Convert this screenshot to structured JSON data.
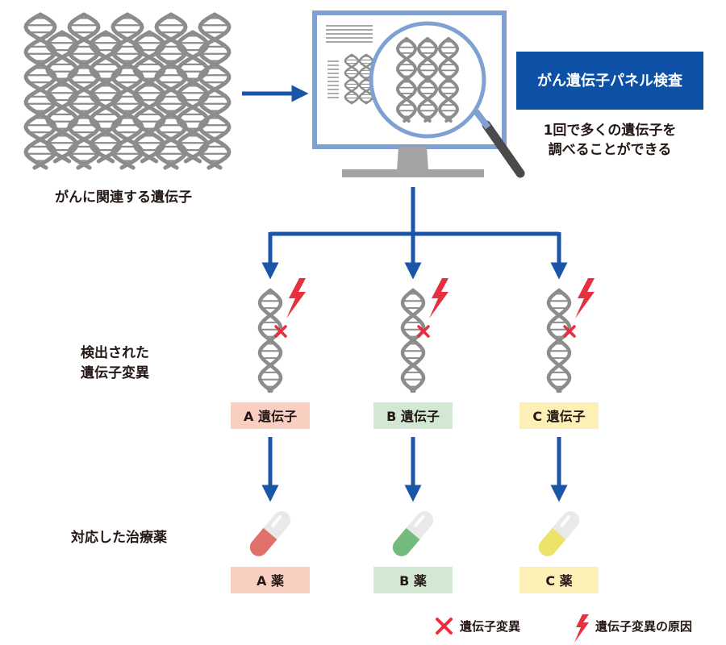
{
  "colors": {
    "dna": "#8c8c8c",
    "arrow": "#1a55a8",
    "monitor_frame": "#7fa1d2",
    "monitor_stand": "#a3a3a3",
    "panel_title_bg": "#0d51a6",
    "cross": "#e5313f",
    "bolt": "#e5313f",
    "gene_a_bg": "#f9cfc2",
    "gene_b_bg": "#d2e8d3",
    "gene_c_bg": "#fdf0b7",
    "capsule_a": "#e0706a",
    "capsule_b": "#72bb7d",
    "capsule_c": "#ece36a",
    "capsule_shell": "#e9e9e9"
  },
  "icons": [
    "dna-icon",
    "monitor-icon",
    "magnifier-icon",
    "cross-icon",
    "lightning-icon",
    "capsule-icon",
    "arrow-icon"
  ],
  "labels": {
    "cancer_genes": "がんに関連する遺伝子",
    "panel_title": "がん遺伝子パネル検査",
    "panel_desc_line1": "1回で多くの遺伝子を",
    "panel_desc_line2": "調べることができる",
    "detected_line1": "検出された",
    "detected_line2": "遺伝子変異",
    "drug_label": "対応した治療薬"
  },
  "genes": [
    {
      "gene": "A 遺伝子",
      "drug": "A 薬"
    },
    {
      "gene": "B 遺伝子",
      "drug": "B 薬"
    },
    {
      "gene": "C 遺伝子",
      "drug": "C 薬"
    }
  ],
  "legend": {
    "mutation": "遺伝子変異",
    "mutation_cause": "遺伝子変異の原因"
  }
}
